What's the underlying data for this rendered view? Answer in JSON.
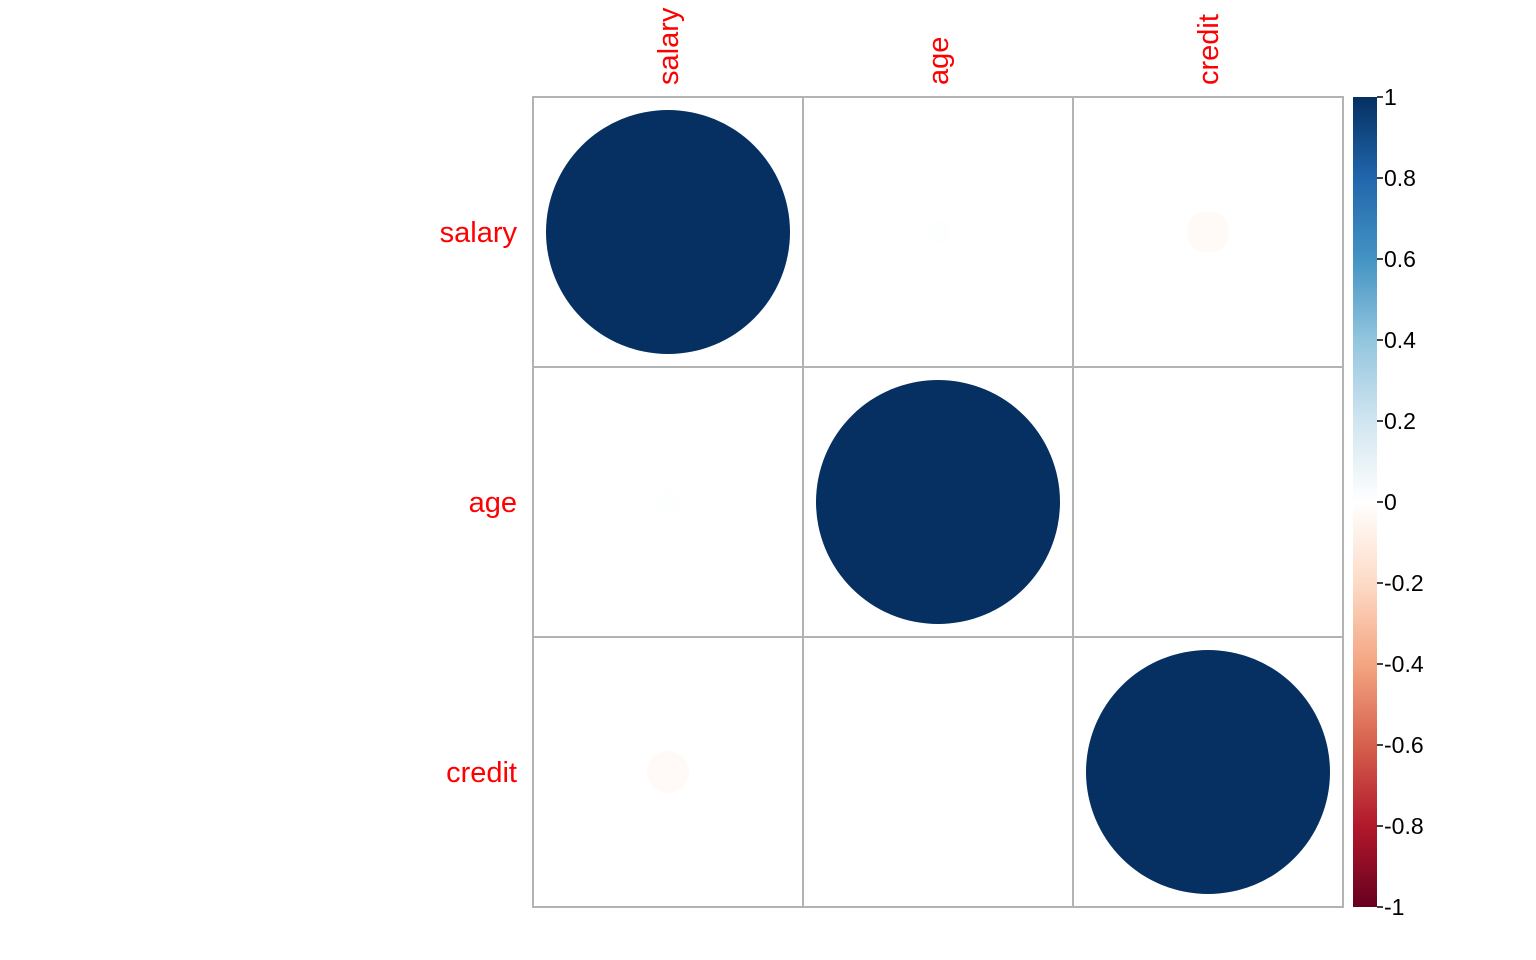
{
  "chart_data": {
    "type": "heatmap",
    "variables": [
      "salary",
      "age",
      "credit"
    ],
    "matrix": [
      [
        1.0,
        0.01,
        -0.03
      ],
      [
        0.01,
        1.0,
        0.0
      ],
      [
        -0.03,
        0.0,
        1.0
      ]
    ],
    "colorbar": {
      "ticks": [
        "1",
        "0.8",
        "0.6",
        "0.4",
        "0.2",
        "0",
        "-0.2",
        "-0.4",
        "-0.6",
        "-0.8",
        "-1"
      ],
      "range": [
        -1,
        1
      ],
      "colors": [
        "#67001F",
        "#B2182B",
        "#D6604D",
        "#F4A582",
        "#FDDBC7",
        "#FFFFFF",
        "#D1E5F0",
        "#92C5DE",
        "#4393C3",
        "#2166AC",
        "#053061"
      ]
    },
    "label_color": "#FF0000",
    "grid_color": "#B3B3B3"
  }
}
